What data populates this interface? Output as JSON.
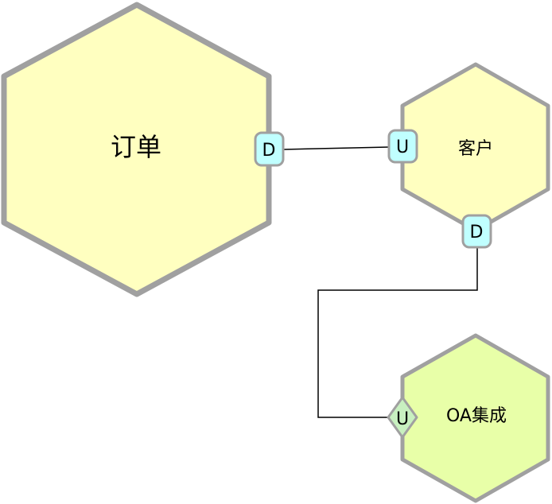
{
  "diagram": {
    "contexts": {
      "order": {
        "label": "订单",
        "fill": "#ffffc0",
        "stroke": "#a0a0a0"
      },
      "customer": {
        "label": "客户",
        "fill": "#ffffc0",
        "stroke": "#a0a0a0"
      },
      "oa": {
        "label": "OA集成",
        "fill": "#e8ffa8",
        "stroke": "#a0a0a0"
      }
    },
    "ports": {
      "order_downstream": {
        "label": "D",
        "fill": "#c0ffff"
      },
      "customer_upstream": {
        "label": "U",
        "fill": "#c0ffff"
      },
      "customer_downstream": {
        "label": "D",
        "fill": "#c0ffff"
      },
      "oa_upstream": {
        "label": "U",
        "fill": "#c8f0c0"
      }
    },
    "connector_color": "#000000"
  }
}
